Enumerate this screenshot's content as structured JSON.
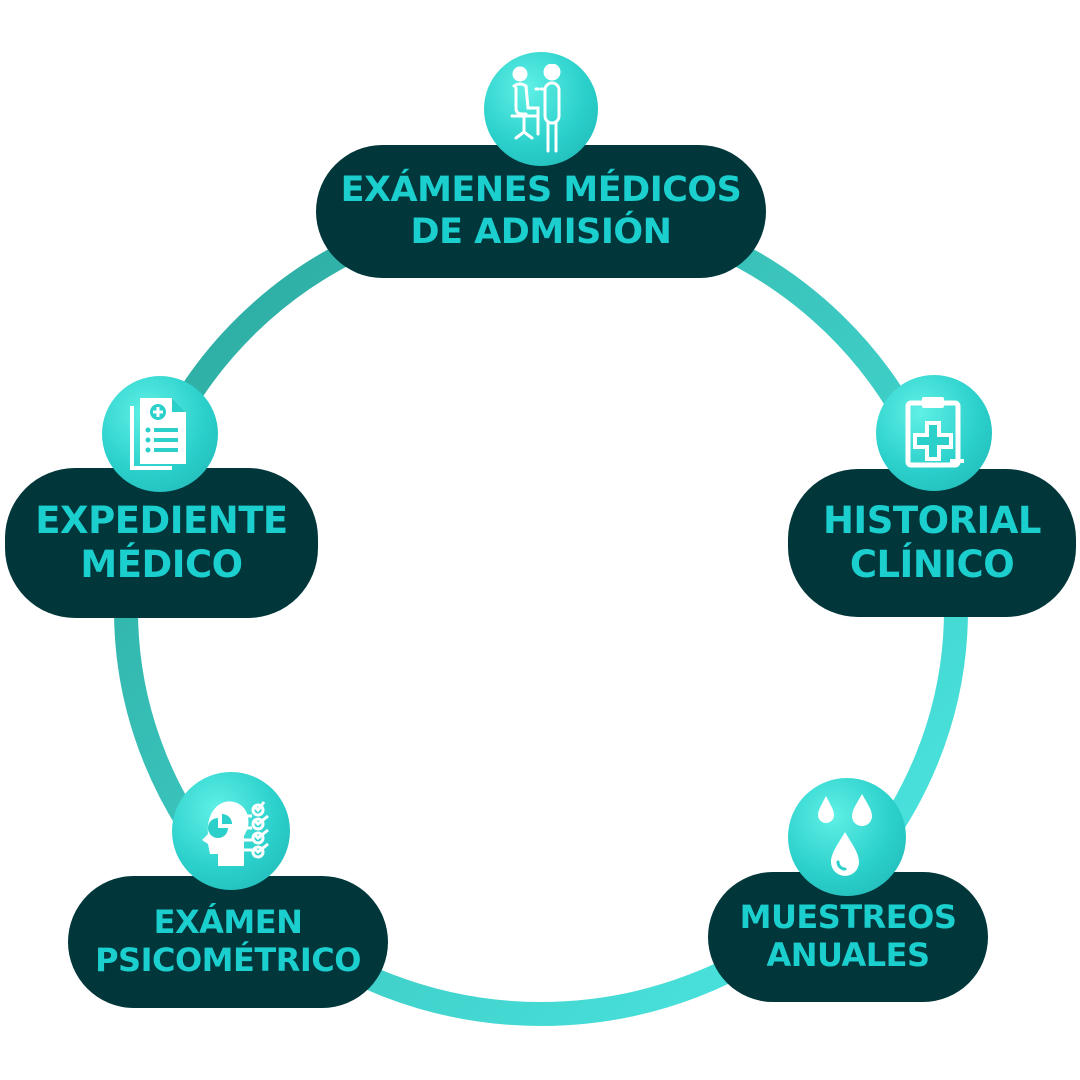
{
  "colors": {
    "pill_bg": "#01363a",
    "pill_text": "#1ccfcf",
    "ring_start": "#2aa79c",
    "ring_end": "#4eeae6",
    "badge": "#2bd0cb"
  },
  "nodes": [
    {
      "id": "admision",
      "icon": "doctor-patient-icon",
      "lines": [
        "EXÁMENES MÉDICOS",
        "DE ADMISIÓN"
      ]
    },
    {
      "id": "historial",
      "icon": "clipboard-medical-icon",
      "lines": [
        "HISTORIAL",
        "CLÍNICO"
      ]
    },
    {
      "id": "muestreos",
      "icon": "drops-icon",
      "lines": [
        "MUESTREOS",
        "ANUALES"
      ]
    },
    {
      "id": "psicometrico",
      "icon": "head-checklist-icon",
      "lines": [
        "EXÁMEN",
        "PSICOMÉTRICO"
      ]
    },
    {
      "id": "expediente",
      "icon": "medical-document-icon",
      "lines": [
        "EXPEDIENTE",
        "MÉDICO"
      ]
    }
  ]
}
